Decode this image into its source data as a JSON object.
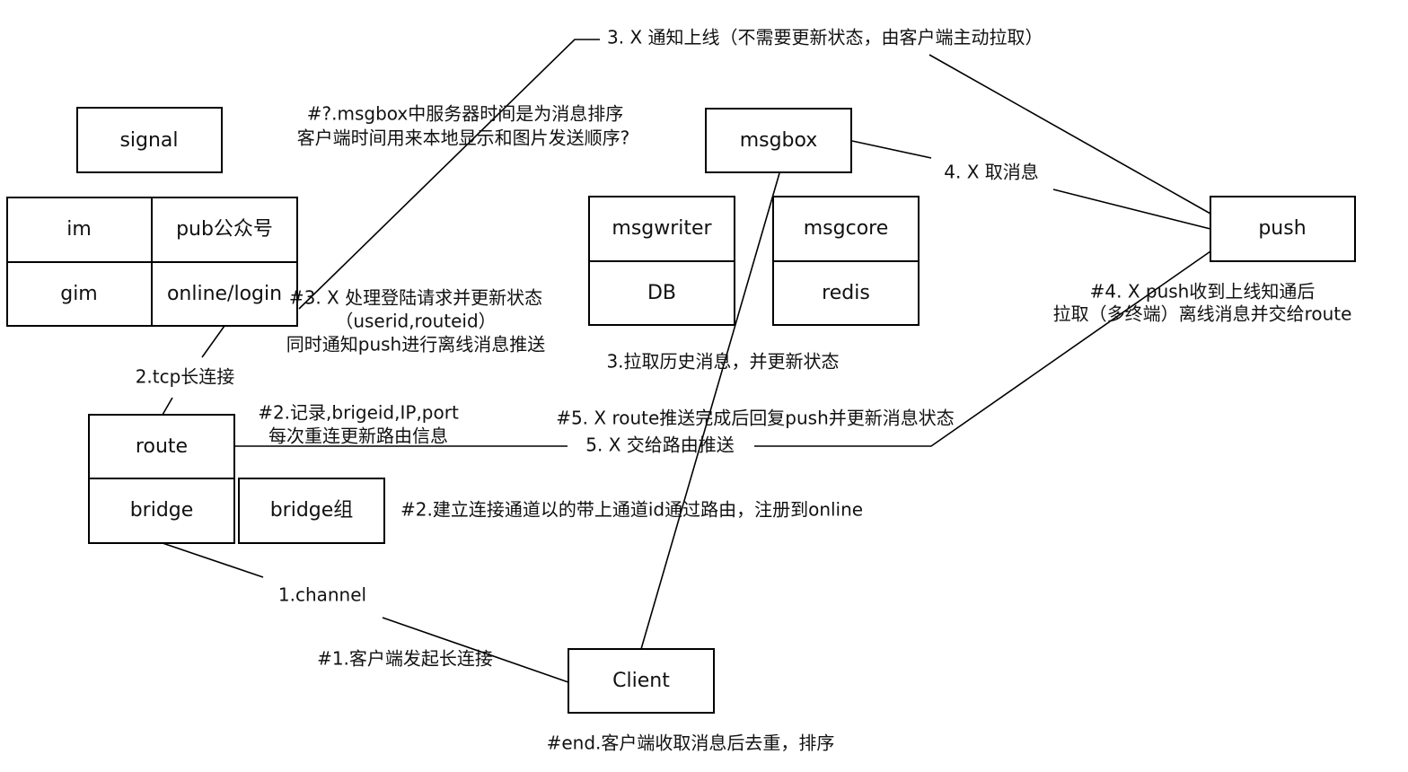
{
  "nodes": {
    "signal": "signal",
    "im": "im",
    "pub": "pub公众号",
    "gim": "gim",
    "online": "online/login",
    "msgbox": "msgbox",
    "msgwriter": "msgwriter",
    "msgcore": "msgcore",
    "db": "DB",
    "redis": "redis",
    "push": "push",
    "route": "route",
    "bridge": "bridge",
    "bridge_group": "bridge组",
    "client": "Client"
  },
  "labels": {
    "step3_online": "3. X 通知上线（不需要更新状态，由客户端主动拉取）",
    "msgbox_time_1": "#?.msgbox中服务器时间是为消息排序",
    "msgbox_time_2": "客户端时间用来本地显示和图片发送顺序?",
    "step4_fetch": "4. X 取消息",
    "login_1": "#3. X 处理登陆请求并更新状态",
    "login_2": "（userid,routeid）",
    "login_3": "同时通知push进行离线消息推送",
    "push_offline_1": "#4. X push收到上线知通后",
    "push_offline_2": "拉取（多终端）离线消息并交给route",
    "tcp": "2.tcp长连接",
    "pull_history": "3.拉取历史消息，并更新状态",
    "record_1": "#2.记录,brigeid,IP,port",
    "record_2": "每次重连更新路由信息",
    "route_reply": "#5. X route推送完成后回复push并更新消息状态",
    "route_push": "5. X 交给路由推送",
    "channel_register": "#2.建立连接通道以的带上通道id通过路由，注册到online",
    "channel": "1.channel",
    "client_connect": "#1.客户端发起长连接",
    "end": "#end.客户端收取消息后去重，排序"
  }
}
